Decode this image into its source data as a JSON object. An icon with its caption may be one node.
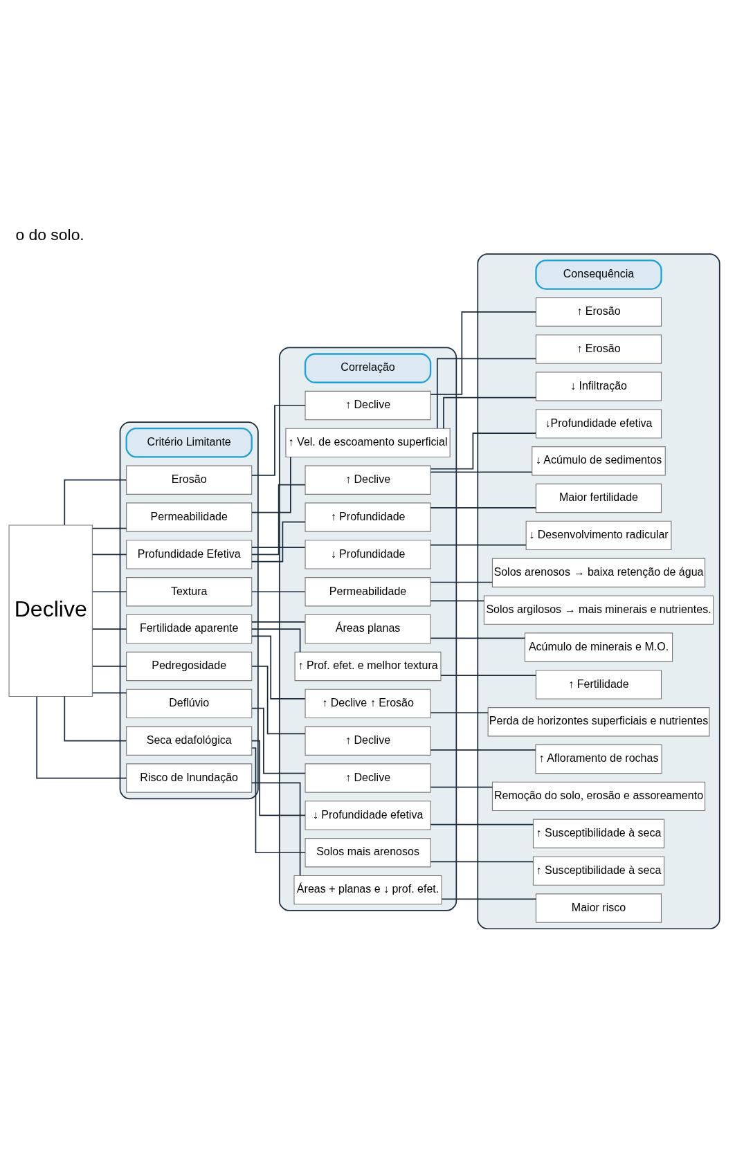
{
  "diagram": {
    "caption": "o do solo.",
    "nodes": [
      {
        "text": [
          "Declive"
        ]
      },
      {
        "text": [],
        "shape": "box"
      },
      {
        "text": [
          "Critério Limitante"
        ],
        "in": 1
      },
      {
        "text": [
          "Erosão"
        ],
        "in": 1
      },
      {
        "text": [
          "Permeabilidade"
        ],
        "in": 1
      },
      {
        "text": [
          "Profundidade Efetiva"
        ],
        "in": 1
      },
      {
        "text": [
          "Textura"
        ],
        "in": 1
      },
      {
        "text": [
          "Fertilidade aparente"
        ],
        "in": 1
      },
      {
        "text": [
          "Pedregosidade"
        ],
        "in": 1
      },
      {
        "text": [
          "Deflúvio"
        ],
        "in": 1
      },
      {
        "text": [
          "Seca edafológica"
        ],
        "in": 1
      },
      {
        "text": [
          "Risco de Inundação"
        ],
        "in": 1
      },
      {
        "text": [],
        "shape": "box"
      },
      {
        "text": [
          "Correlação"
        ],
        "in": 12
      },
      {
        "text": [
          "↑ Declive"
        ],
        "in": 12
      },
      {
        "text": [
          "↑ Vel. de escoamento superficial"
        ],
        "in": 12
      },
      {
        "text": [
          "↑ Declive"
        ],
        "in": 12
      },
      {
        "text": [
          "↑ Profundidade"
        ],
        "in": 12
      },
      {
        "text": [
          "↓ Profundidade"
        ],
        "in": 12
      },
      {
        "text": [
          "Permeabilidade"
        ],
        "in": 12
      },
      {
        "text": [
          "Áreas planas"
        ],
        "in": 12
      },
      {
        "text": [
          "↑ Prof. efet. e melhor textura"
        ],
        "in": 12
      },
      {
        "text": [
          "↑ Declive ↑ Erosão"
        ],
        "in": 12
      },
      {
        "text": [
          "↑ Declive"
        ],
        "in": 12
      },
      {
        "text": [
          "↑ Declive"
        ],
        "in": 12
      },
      {
        "text": [
          "↓ Profundidade efetiva"
        ],
        "in": 12
      },
      {
        "text": [
          "Solos mais arenosos"
        ],
        "in": 12
      },
      {
        "text": [
          "Áreas + planas e ↓ prof. efet."
        ],
        "in": 12
      },
      {
        "text": [],
        "shape": "box"
      },
      {
        "text": [
          "Consequência"
        ],
        "in": 28
      },
      {
        "text": [
          "↑ Erosão"
        ],
        "in": 28
      },
      {
        "text": [
          "↑ Erosão"
        ],
        "in": 28
      },
      {
        "text": [
          "↓ Infiltração"
        ],
        "in": 28
      },
      {
        "text": [
          "↓Profundidade efetiva"
        ],
        "in": 28
      },
      {
        "text": [
          "↓ Acúmulo de sedimentos"
        ],
        "in": 28
      },
      {
        "text": [
          "Maior fertilidade"
        ],
        "in": 28
      },
      {
        "text": [
          "↓ Desenvolvimento radicular"
        ],
        "in": 28
      },
      {
        "text": [
          "Solos arenosos → baixa retenção de água"
        ],
        "in": 28
      },
      {
        "text": [
          "Solos argilosos → mais minerais e nutrientes."
        ],
        "in": 28
      },
      {
        "text": [
          "Acúmulo de minerais e M.O."
        ],
        "in": 28
      },
      {
        "text": [
          "↑ Fertilidade"
        ],
        "in": 28
      },
      {
        "text": [
          "Perda de horizontes superficiais e nutrientes"
        ],
        "in": 28
      },
      {
        "text": [
          "↑ Afloramento de rochas"
        ],
        "in": 28
      },
      {
        "text": [
          "Remoção do solo, erosão e assoreamento"
        ],
        "in": 28
      },
      {
        "text": [
          "↑ Susceptibilidade à seca"
        ],
        "in": 28
      },
      {
        "text": [
          "↑ Susceptibilidade à seca"
        ],
        "in": 28
      },
      {
        "text": [
          "Maior risco"
        ],
        "in": 28
      }
    ],
    "edges": [
      {
        "from": 0,
        "to": 3,
        "arrow": "none"
      },
      {
        "from": 0,
        "to": 4,
        "arrow": "none"
      },
      {
        "from": 0,
        "to": 5,
        "arrow": "none"
      },
      {
        "from": 0,
        "to": 6,
        "arrow": "none"
      },
      {
        "from": 0,
        "to": 7,
        "arrow": "none"
      },
      {
        "from": 0,
        "to": 8,
        "arrow": "none"
      },
      {
        "from": 0,
        "to": 9,
        "arrow": "none"
      },
      {
        "from": 0,
        "to": 10,
        "arrow": "none"
      },
      {
        "from": 0,
        "to": 11,
        "arrow": "none"
      },
      {
        "from": 3,
        "to": 14,
        "arrow": "none"
      },
      {
        "from": 4,
        "to": 15,
        "arrow": "none"
      },
      {
        "from": 5,
        "to": 16,
        "arrow": "none"
      },
      {
        "from": 5,
        "to": 17,
        "arrow": "none"
      },
      {
        "from": 5,
        "to": 18,
        "arrow": "none"
      },
      {
        "from": 6,
        "to": 19,
        "arrow": "none"
      },
      {
        "from": 7,
        "to": 20,
        "arrow": "none"
      },
      {
        "from": 7,
        "to": 21,
        "arrow": "none"
      },
      {
        "from": 7,
        "to": 22,
        "arrow": "none"
      },
      {
        "from": 8,
        "to": 23,
        "arrow": "none"
      },
      {
        "from": 9,
        "to": 24,
        "arrow": "none"
      },
      {
        "from": 10,
        "to": 25,
        "arrow": "none"
      },
      {
        "from": 10,
        "to": 26,
        "arrow": "none"
      },
      {
        "from": 11,
        "to": 27,
        "arrow": "none"
      },
      {
        "from": 14,
        "to": 30,
        "arrow": "none"
      },
      {
        "from": 15,
        "to": 31,
        "arrow": "none"
      },
      {
        "from": 15,
        "to": 32,
        "arrow": "none"
      },
      {
        "from": 16,
        "to": 33,
        "arrow": "none"
      },
      {
        "from": 16,
        "to": 34,
        "arrow": "none"
      },
      {
        "from": 17,
        "to": 35,
        "arrow": "none"
      },
      {
        "from": 18,
        "to": 36,
        "arrow": "none"
      },
      {
        "from": 19,
        "to": 37,
        "arrow": "none"
      },
      {
        "from": 19,
        "to": 38,
        "arrow": "none"
      },
      {
        "from": 20,
        "to": 39,
        "arrow": "none"
      },
      {
        "from": 21,
        "to": 40,
        "arrow": "none"
      },
      {
        "from": 22,
        "to": 41,
        "arrow": "none"
      },
      {
        "from": 23,
        "to": 42,
        "arrow": "none"
      },
      {
        "from": 24,
        "to": 43,
        "arrow": "none"
      },
      {
        "from": 25,
        "to": 44,
        "arrow": "none"
      },
      {
        "from": 26,
        "to": 45,
        "arrow": "none"
      },
      {
        "from": 27,
        "to": 46,
        "arrow": "none"
      }
    ]
  }
}
